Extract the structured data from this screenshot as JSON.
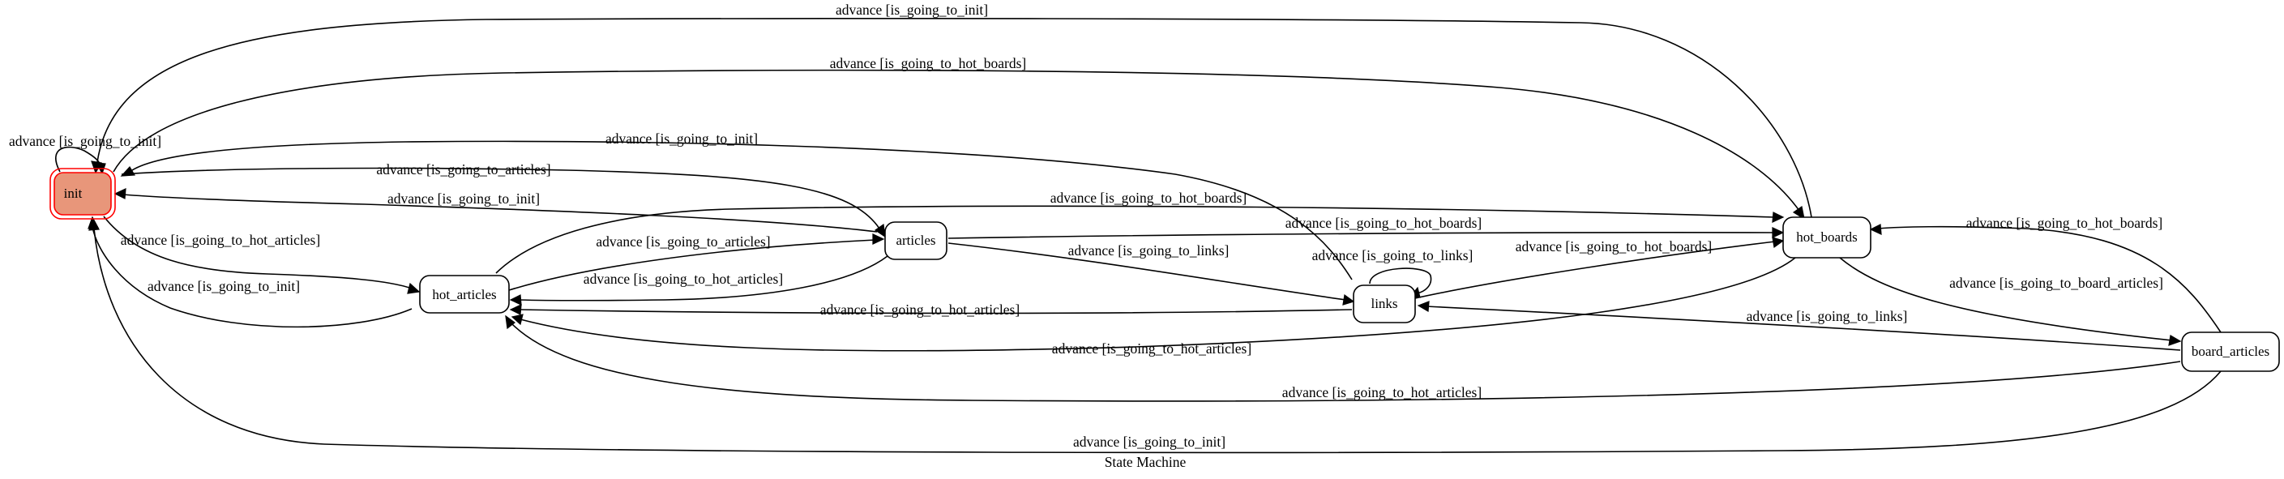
{
  "caption": "State Machine",
  "colors": {
    "init_fill": "#e8967a",
    "init_stroke": "#ff0000",
    "edge": "#000000",
    "node_stroke": "#000000"
  },
  "nodes": {
    "init": "init",
    "hot_articles": "hot_articles",
    "articles": "articles",
    "links": "links",
    "hot_boards": "hot_boards",
    "board_articles": "board_articles"
  },
  "edges": {
    "hot_boards_to_init": "advance [is_going_to_init]",
    "init_to_hot_boards": "advance [is_going_to_hot_boards]",
    "init_self": "advance [is_going_to_init]",
    "links_to_init": "advance [is_going_to_init]",
    "init_to_articles": "advance [is_going_to_articles]",
    "articles_to_init": "advance [is_going_to_init]",
    "hot_articles_to_hot_boards": "advance [is_going_to_hot_boards]",
    "init_to_hot_articles": "advance [is_going_to_hot_articles]",
    "hot_articles_to_init": "advance [is_going_to_init]",
    "hot_articles_to_articles": "advance [is_going_to_articles]",
    "articles_to_hot_articles": "advance [is_going_to_hot_articles]",
    "articles_to_hot_boards": "advance [is_going_to_hot_boards]",
    "articles_to_links": "advance [is_going_to_links]",
    "links_self": "advance [is_going_to_links]",
    "links_to_hot_boards": "advance [is_going_to_hot_boards]",
    "links_to_hot_articles": "advance [is_going_to_hot_articles]",
    "hot_boards_to_hot_articles": "advance [is_going_to_hot_articles]",
    "board_articles_to_hot_boards": "advance [is_going_to_hot_boards]",
    "hot_boards_to_board_articles": "advance [is_going_to_board_articles]",
    "board_articles_to_links": "advance [is_going_to_links]",
    "board_articles_to_hot_articles": "advance [is_going_to_hot_articles]",
    "board_articles_to_init": "advance [is_going_to_init]"
  }
}
